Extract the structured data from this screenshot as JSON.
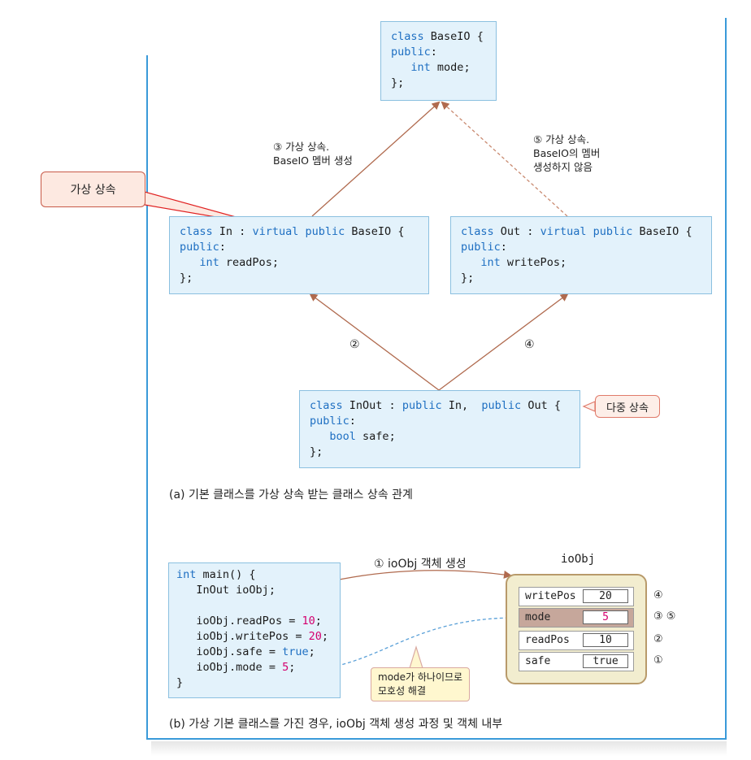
{
  "diagram_a": {
    "baseio_code": [
      "class BaseIO {",
      "public:",
      "   int mode;",
      "};"
    ],
    "in_code": [
      "class In : virtual public BaseIO {",
      "public:",
      "   int readPos;",
      "};"
    ],
    "out_code": [
      "class Out : virtual public BaseIO {",
      "public:",
      "   int writePos;",
      "};"
    ],
    "inout_code": [
      "class InOut : public In,  public Out {",
      "public:",
      "   bool safe;",
      "};"
    ],
    "note_step3": [
      "③ 가상 상속.",
      "BaseIO 멤버 생성"
    ],
    "note_step5": [
      "⑤ 가상 상속.",
      "BaseIO의 멤버",
      "생성하지 않음"
    ],
    "label_step2": "②",
    "label_step4": "④",
    "callout_virtual": "가상 상속",
    "callout_multiple": "다중 상속",
    "caption": "(a) 기본 클래스를 가상 상속 받는 클래스 상속 관계"
  },
  "diagram_b": {
    "main_code": [
      "int main() {",
      "   InOut ioObj;",
      "",
      "   ioObj.readPos = 10;",
      "   ioObj.writePos = 20;",
      "   ioObj.safe = true;",
      "   ioObj.mode = 5;",
      "}"
    ],
    "arrow_label": "① ioObj 객체 생성",
    "object_title": "ioObj",
    "fields": [
      {
        "name": "writePos",
        "value": "20",
        "order": "④"
      },
      {
        "name": "mode",
        "value": "5",
        "order": "③ ⑤"
      },
      {
        "name": "readPos",
        "value": "10",
        "order": "②"
      },
      {
        "name": "safe",
        "value": "true",
        "order": "①"
      }
    ],
    "note_resolve": [
      "mode가 하나이므로",
      "모호성 해결"
    ],
    "caption": "(b) 가상 기본 클래스를 가진 경우, ioObj 객체 생성 과정 및 객체 내부"
  },
  "colors": {
    "frame": "#3a9ad9",
    "box_fill": "#e3f2fb",
    "keyword": "#1e6fc2",
    "number": "#d4006e",
    "arrow": "#b06a4e"
  }
}
